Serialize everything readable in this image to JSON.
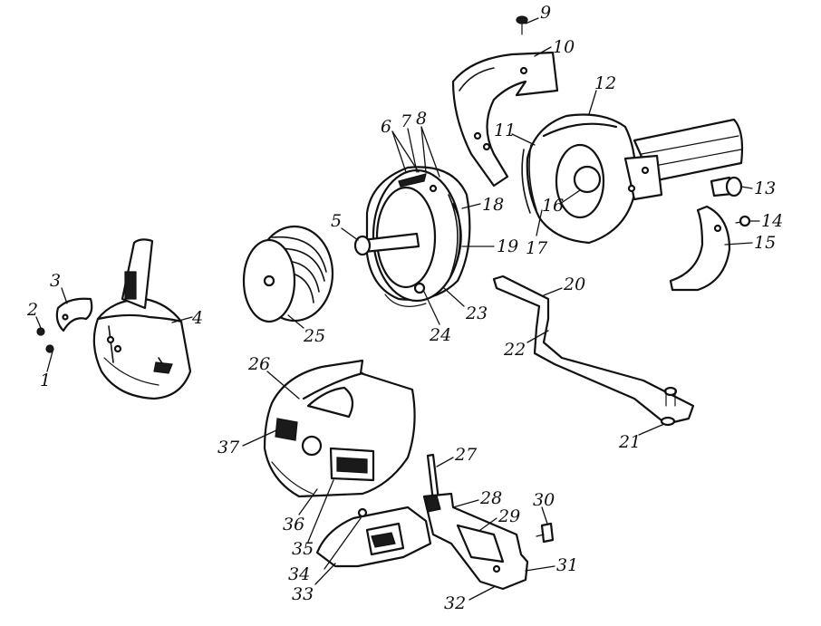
{
  "colors": {
    "line": "#111111",
    "background": "#ffffff"
  },
  "labels": [
    "1",
    "2",
    "3",
    "4",
    "5",
    "6",
    "7",
    "8",
    "9",
    "10",
    "11",
    "12",
    "13",
    "14",
    "15",
    "16",
    "17",
    "18",
    "19",
    "20",
    "21",
    "22",
    "23",
    "24",
    "25",
    "26",
    "27",
    "28",
    "29",
    "30",
    "31",
    "32",
    "33",
    "34",
    "35",
    "36",
    "37"
  ]
}
